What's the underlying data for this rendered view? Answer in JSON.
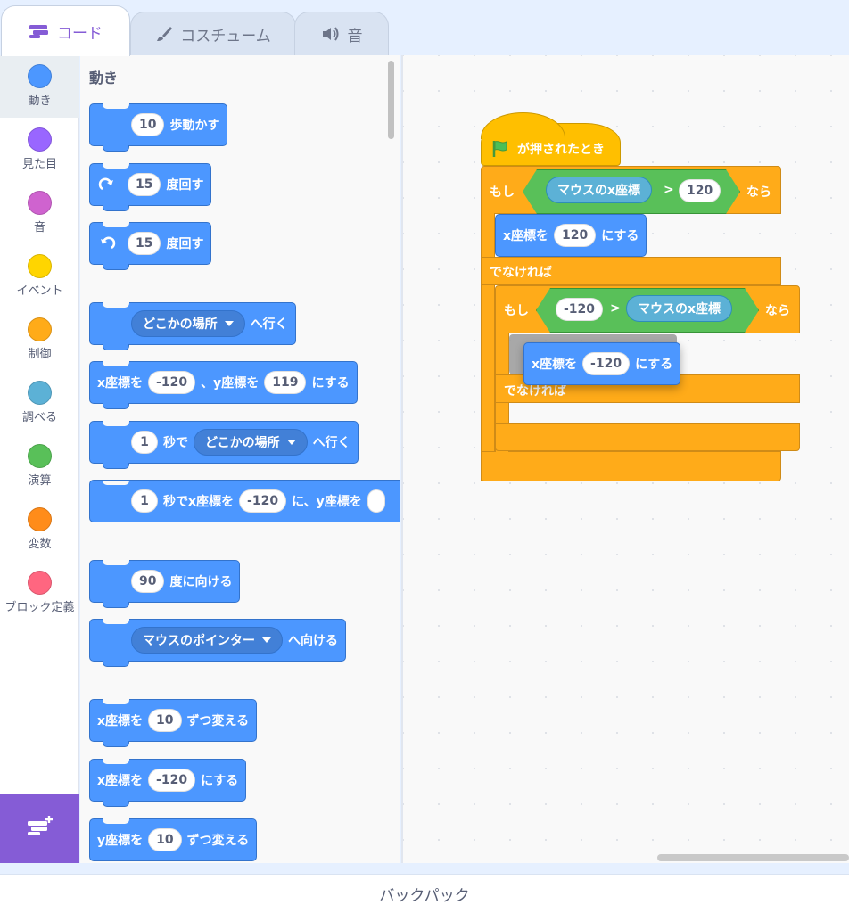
{
  "tabs": [
    {
      "label": "コード",
      "icon": "code-icon",
      "active": true
    },
    {
      "label": "コスチューム",
      "icon": "brush-icon",
      "active": false
    },
    {
      "label": "音",
      "icon": "speaker-icon",
      "active": false
    }
  ],
  "categories": [
    {
      "label": "動き",
      "color": "#4c97ff"
    },
    {
      "label": "見た目",
      "color": "#9966ff"
    },
    {
      "label": "音",
      "color": "#cf63cf"
    },
    {
      "label": "イベント",
      "color": "#ffd500"
    },
    {
      "label": "制御",
      "color": "#ffab19"
    },
    {
      "label": "調べる",
      "color": "#5cb1d6"
    },
    {
      "label": "演算",
      "color": "#59c059"
    },
    {
      "label": "変数",
      "color": "#ff8c1a"
    },
    {
      "label": "ブロック定義",
      "color": "#ff6680"
    }
  ],
  "palette": {
    "section_title": "動き",
    "move": {
      "value": "10",
      "label": "歩動かす"
    },
    "turn_right": {
      "value": "15",
      "label": "度回す"
    },
    "turn_left": {
      "value": "15",
      "label": "度回す"
    },
    "goto": {
      "menu": "どこかの場所",
      "label": "へ行く"
    },
    "goto_xy": {
      "x_label": "x座標を",
      "x": "-120",
      "sep": "、y座標を",
      "y": "119",
      "suffix": "にする"
    },
    "glide": {
      "secs": "1",
      "mid": "秒で",
      "menu": "どこかの場所",
      "label": "へ行く"
    },
    "glide_xy": {
      "secs": "1",
      "mid": "秒でx座標を",
      "x": "-120",
      "sep": "に、y座標を"
    },
    "point_dir": {
      "value": "90",
      "label": "度に向ける"
    },
    "point_towards": {
      "menu": "マウスのポインター",
      "label": "へ向ける"
    },
    "change_x": {
      "prefix": "x座標を",
      "value": "10",
      "label": "ずつ変える"
    },
    "set_x": {
      "prefix": "x座標を",
      "value": "-120",
      "label": "にする"
    },
    "change_y": {
      "prefix": "y座標を",
      "value": "10",
      "label": "ずつ変える"
    }
  },
  "script": {
    "hat_label": "が押されたとき",
    "if1": {
      "if": "もし",
      "sensor": "マウスのx座標",
      "op": ">",
      "value": "120",
      "then": "なら"
    },
    "set_x1": {
      "prefix": "x座標を",
      "value": "120",
      "suffix": "にする"
    },
    "else1": "でなければ",
    "if2": {
      "if": "もし",
      "value": "-120",
      "op": ">",
      "sensor": "マウスのx座標",
      "then": "なら"
    },
    "else2": "でなければ",
    "dragging": {
      "prefix": "x座標を",
      "value": "-120",
      "suffix": "にする"
    }
  },
  "backpack": "バックパック"
}
